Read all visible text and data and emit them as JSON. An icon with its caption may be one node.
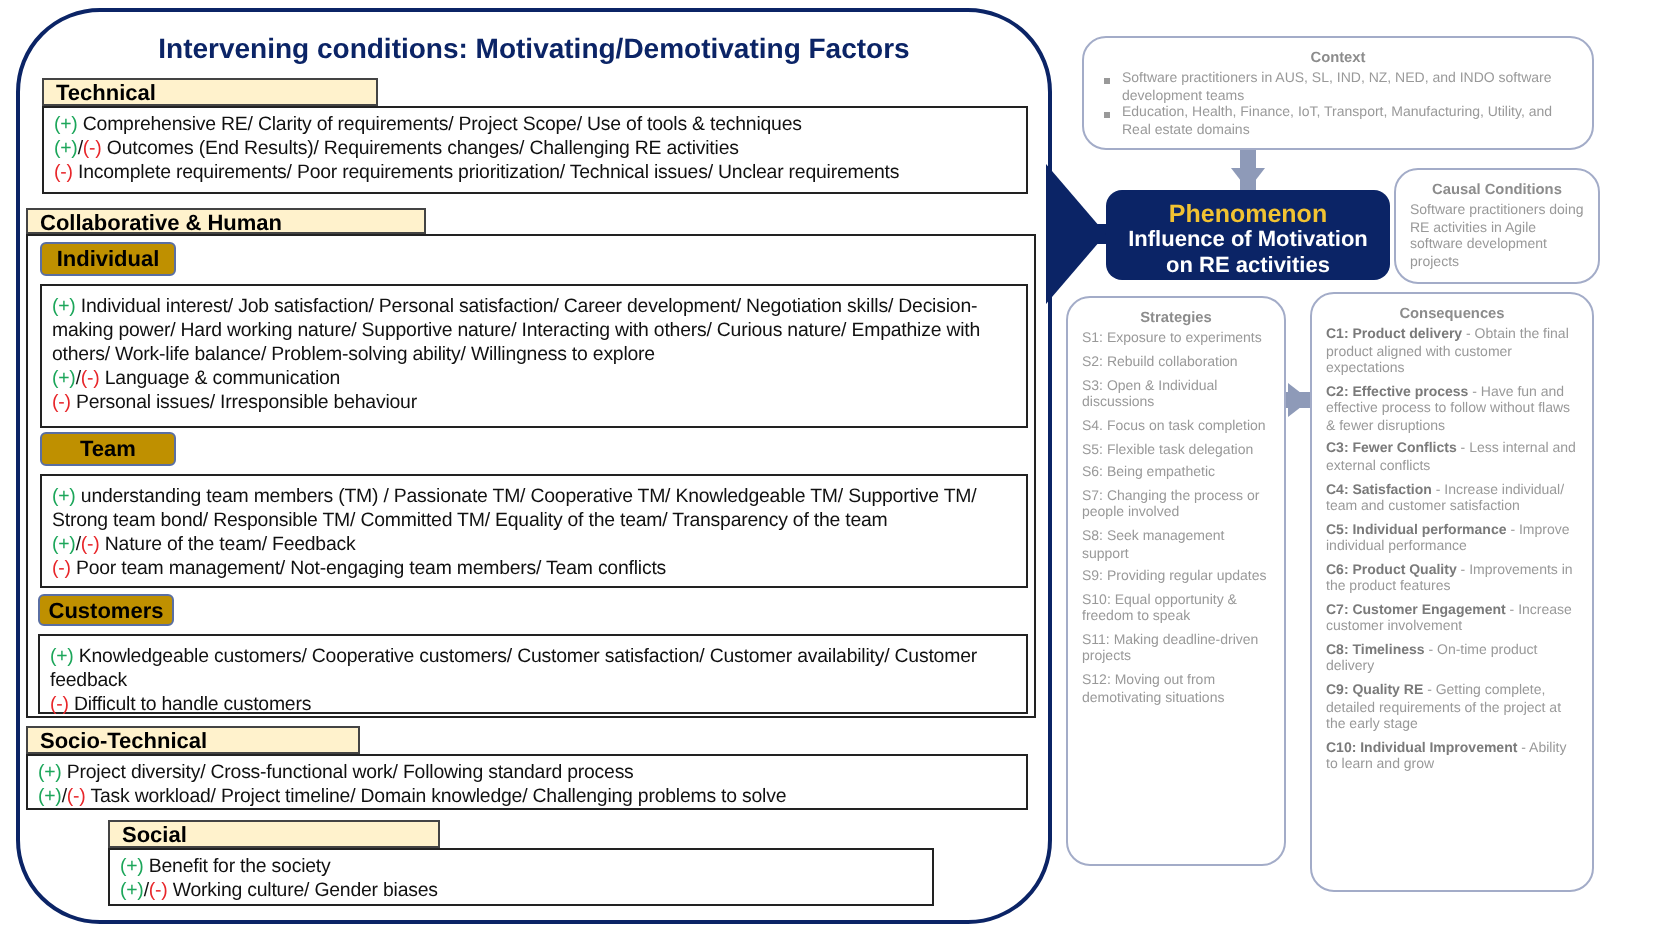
{
  "diagram": {
    "nodes": [
      {
        "text": [
          "Intervening conditions: Motivating/Demotivating Factors"
        ]
      },
      {
        "text": [
          "Technical",
          "(+) Comprehensive RE/ Clarity of requirements/ Project Scope/ Use of tools & techniques",
          "(+)/(-) Outcomes (End Results)/ Requirements changes/ Challenging RE activities",
          "(-) Incomplete requirements/ Poor requirements prioritization/ Technical issues/ Unclear requirements"
        ],
        "in": 0
      },
      {
        "text": [
          "Collaborative & Human"
        ],
        "in": 0
      },
      {
        "text": [
          "Individual",
          "(+) Individual interest/ Job satisfaction/ Personal satisfaction/ Career development/ Negotiation skills/ Decision-making power/ Hard working nature/ Supportive nature/ Interacting with others/ Curious nature/ Empathize with others/ Work-life balance/ Problem-solving ability/ Willingness to explore",
          "(+)/(-) Language & communication",
          "(-) Personal issues/ Irresponsible behaviour"
        ],
        "in": 2
      },
      {
        "text": [
          "Team",
          "(+) understanding team members (TM) / Passionate TM/ Cooperative TM/ Knowledgeable TM/ Supportive TM/ Strong team bond/ Responsible TM/ Committed TM/ Equality of the team/ Transparency of the team",
          "(+)/(-) Nature of the team/ Feedback",
          "(-) Poor team management/ Not-engaging team members/ Team conflicts"
        ],
        "in": 2
      },
      {
        "text": [
          "Customers",
          "(+) Knowledgeable customers/ Cooperative customers/ Customer satisfaction/ Customer availability/ Customer feedback",
          "(-) Difficult to handle customers"
        ],
        "in": 2
      },
      {
        "text": [
          "Socio-Technical",
          "(+) Project diversity/ Cross-functional work/ Following standard process",
          "(+)/(-) Task workload/ Project timeline/ Domain knowledge/ Challenging problems to solve"
        ],
        "in": 0
      },
      {
        "text": [
          "Social",
          "(+) Benefit for the society",
          "(+)/(-) Working culture/ Gender biases"
        ],
        "in": 0
      },
      {
        "text": [
          "Context",
          "Software practitioners in AUS, SL, IND, NZ, NED, and INDO software development teams",
          "Education, Health, Finance, IoT, Transport, Manufacturing, Utility, and Real estate domains"
        ]
      },
      {
        "text": [
          "Phenomenon",
          "Influence of Motivation on RE activities"
        ]
      },
      {
        "text": [
          "Causal Conditions",
          "Software practitioners doing RE activities in Agile software development projects"
        ]
      },
      {
        "text": [
          "Strategies",
          "S1: Exposure to experiments",
          "S2: Rebuild collaboration",
          "S3: Open & Individual discussions",
          "S4. Focus on task completion",
          "S5: Flexible task delegation",
          "S6: Being empathetic",
          "S7: Changing the process or people involved",
          "S8: Seek management support",
          "S9: Providing regular updates",
          "S10: Equal opportunity & freedom to speak",
          "S11: Making deadline-driven projects",
          "S12: Moving out from demotivating situations"
        ]
      },
      {
        "text": [
          "Consequences",
          "**C1: Product delivery** - Obtain the final product aligned with customer expectations",
          "**C2: Effective process** - Have fun and effective process to follow without flaws & fewer disruptions",
          "**C3: Fewer Conflicts** - Less internal and external conflicts",
          "**C4: Satisfaction** - Increase individual/ team and customer satisfaction",
          "**C5: Individual performance** - Improve individual performance",
          "**C6: Product Quality** - Improvements in the product features",
          "**C7: Customer Engagement** - Increase customer involvement",
          "**C8: Timeliness** - On-time product delivery",
          "**C9: Quality RE** - Getting complete, detailed requirements of the project at the early stage",
          "**C10: Individual Improvement** - Ability to learn and grow"
        ]
      }
    ],
    "edges": [
      {
        "from": 0,
        "to": 9,
        "arrow": "to",
        "color": "#0b2466"
      },
      {
        "from": 8,
        "to": 9,
        "arrow": "to"
      },
      {
        "from": 11,
        "to": 12,
        "arrow": "to"
      }
    ]
  }
}
